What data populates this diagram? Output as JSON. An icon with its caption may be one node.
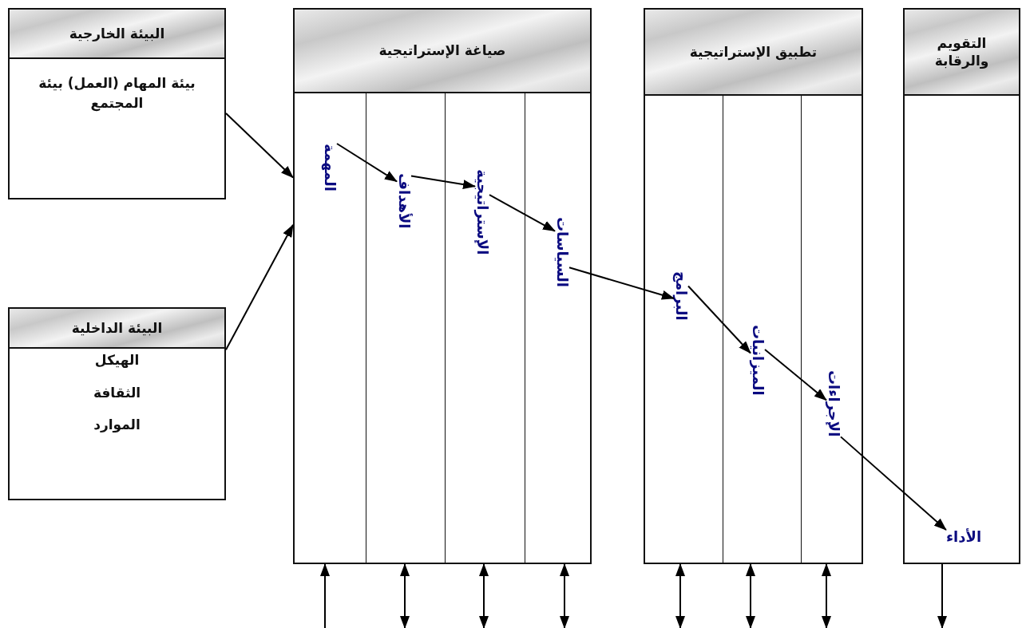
{
  "diagram": {
    "nodes": [
      {
        "text": [
          "البيئة الخارجية",
          "بيئة المهام (العمل) بيئة المجتمع"
        ]
      },
      {
        "text": [
          "البيئة الداخلية",
          "الهيكل",
          "الثقافة",
          "الموارد"
        ]
      },
      {
        "text": [
          "صياغة الإستراتيجية"
        ]
      },
      {
        "text": [
          "المهمة"
        ],
        "in": 2
      },
      {
        "text": [
          "الأهداف"
        ],
        "in": 2
      },
      {
        "text": [
          "الإستراتيجية"
        ],
        "in": 2
      },
      {
        "text": [
          "السياسات"
        ],
        "in": 2
      },
      {
        "text": [
          "تطبيق الإستراتيجية"
        ]
      },
      {
        "text": [
          "البرامج"
        ],
        "in": 7
      },
      {
        "text": [
          "الميزانيات"
        ],
        "in": 7
      },
      {
        "text": [
          "الإجراءات"
        ],
        "in": 7
      },
      {
        "text": [
          "التقويم والرقابة"
        ]
      },
      {
        "text": [
          "الأداء"
        ],
        "in": 11
      }
    ],
    "edges": [
      {
        "from": 0,
        "to": 2,
        "arrow": "to"
      },
      {
        "from": 1,
        "to": 2,
        "arrow": "to"
      },
      {
        "from": 3,
        "to": 4,
        "arrow": "to"
      },
      {
        "from": 4,
        "to": 5,
        "arrow": "to"
      },
      {
        "from": 5,
        "to": 6,
        "arrow": "to"
      },
      {
        "from": 6,
        "to": 8,
        "arrow": "to"
      },
      {
        "from": 8,
        "to": 9,
        "arrow": "to"
      },
      {
        "from": 9,
        "to": 10,
        "arrow": "to"
      },
      {
        "from": 10,
        "to": 12,
        "arrow": "to"
      },
      {
        "from": null,
        "to": 2,
        "arrow": "to"
      },
      {
        "from": null,
        "to": 2,
        "arrow": "both"
      },
      {
        "from": null,
        "to": 2,
        "arrow": "both"
      },
      {
        "from": null,
        "to": 2,
        "arrow": "both"
      },
      {
        "from": null,
        "to": 7,
        "arrow": "both"
      },
      {
        "from": null,
        "to": 7,
        "arrow": "both"
      },
      {
        "from": null,
        "to": 7,
        "arrow": "both"
      },
      {
        "from": 11,
        "to": null,
        "arrow": "to"
      }
    ]
  }
}
